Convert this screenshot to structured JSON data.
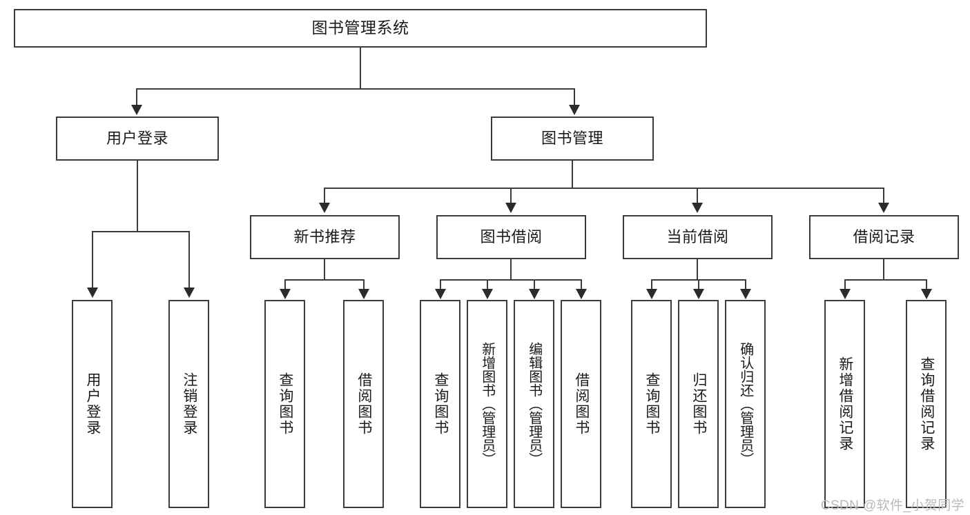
{
  "diagram": {
    "title": "图书管理系统",
    "type": "tree-hierarchy-diagram",
    "root": {
      "label": "图书管理系统"
    },
    "level2": [
      {
        "label": "用户登录"
      },
      {
        "label": "图书管理"
      }
    ],
    "level3": [
      {
        "label": "新书推荐"
      },
      {
        "label": "图书借阅"
      },
      {
        "label": "当前借阅"
      },
      {
        "label": "借阅记录"
      }
    ],
    "leaves": {
      "user_login": [
        {
          "label": "用户登录"
        },
        {
          "label": "注销登录"
        }
      ],
      "new_book": [
        {
          "label": "查询图书"
        },
        {
          "label": "借阅图书"
        }
      ],
      "book_borrow": [
        {
          "label": "查询图书"
        },
        {
          "label": "新增图书（管理员）"
        },
        {
          "label": "编辑图书（管理员）"
        },
        {
          "label": "借阅图书"
        }
      ],
      "current_borrow": [
        {
          "label": "查询图书"
        },
        {
          "label": "归还图书"
        },
        {
          "label": "确认归还（管理员）"
        }
      ],
      "borrow_record": [
        {
          "label": "新增借阅记录"
        },
        {
          "label": "查询借阅记录"
        }
      ]
    }
  },
  "watermark": {
    "text": "CSDN @软件_小贺同学"
  },
  "colors": {
    "background": "#ffffff",
    "box_border": "#3b3b3b",
    "connector": "#3b3b3b",
    "text": "#1a1a1a",
    "watermark": "#b9b9b9"
  }
}
